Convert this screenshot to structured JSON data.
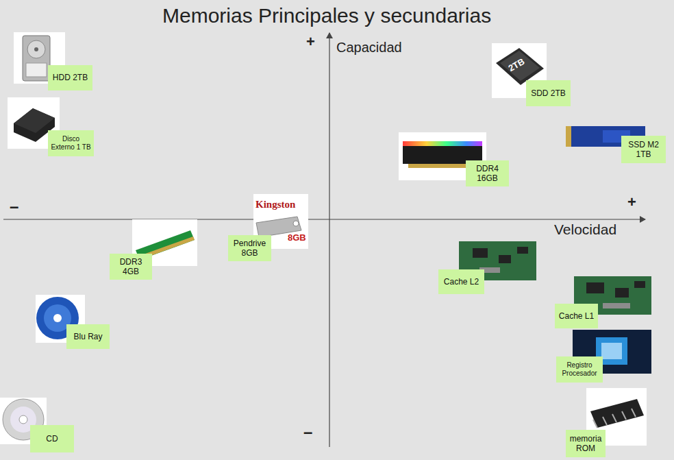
{
  "diagram": {
    "title": "Memorias Principales y secundarias",
    "nodes": [
      {
        "text": [
          "HDD 2TB"
        ]
      },
      {
        "text": [
          "Disco Externo 1 TB"
        ]
      },
      {
        "text": [
          "SDD 2TB"
        ]
      },
      {
        "text": [
          "SSD M2 1TB"
        ]
      },
      {
        "text": [
          "DDR4 16GB"
        ]
      },
      {
        "text": [
          "Pendrive 8GB"
        ]
      },
      {
        "text": [
          "DDR3 4GB"
        ]
      },
      {
        "text": [
          "Cache L2"
        ]
      },
      {
        "text": [
          "Cache L1"
        ]
      },
      {
        "text": [
          "Blu Ray"
        ]
      },
      {
        "text": [
          "Registro Procesador"
        ]
      },
      {
        "text": [
          "CD"
        ]
      },
      {
        "text": [
          "memoria ROM"
        ]
      }
    ],
    "labels": [
      "+",
      "Capacidad",
      "–",
      "+",
      "Velocidad",
      "–",
      "Kingston",
      "8GB",
      "2TB"
    ]
  }
}
